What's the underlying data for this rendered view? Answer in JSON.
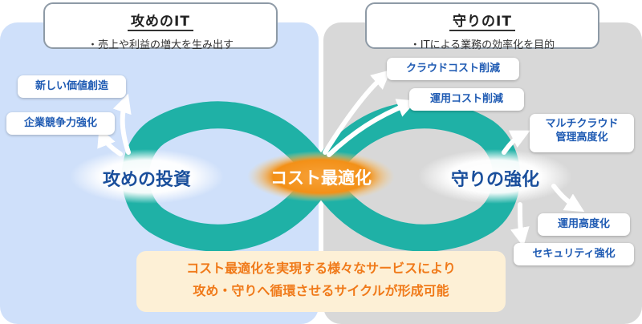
{
  "left": {
    "title": "攻めのIT",
    "subtitle": "・売上や利益の増大を生み出す",
    "center_label": "攻めの投資",
    "tags": [
      "新しい価値創造",
      "企業競争力強化"
    ]
  },
  "right": {
    "title": "守りのIT",
    "subtitle": "・ITによる業務の効率化を目的",
    "center_label": "守りの強化",
    "tags": [
      "クラウドコスト削減",
      "運用コスト削減",
      "マルチクラウド",
      "管理高度化",
      "運用高度化",
      "セキュリティ強化"
    ]
  },
  "center_label": "コスト最適化",
  "bottom": {
    "line1": "コスト最適化を実現する様々なサービスにより",
    "line2": "攻め・守りへ循環させるサイクルが形成可能"
  },
  "colors": {
    "left_panel": "#cfe0fa",
    "right_panel": "#d8d8d8",
    "loop": "#1fb1a6",
    "center": "#f5901e",
    "tag_text": "#1f5bb3",
    "bottom_bg": "#fdf0d6",
    "bottom_text": "#f07a1a"
  }
}
